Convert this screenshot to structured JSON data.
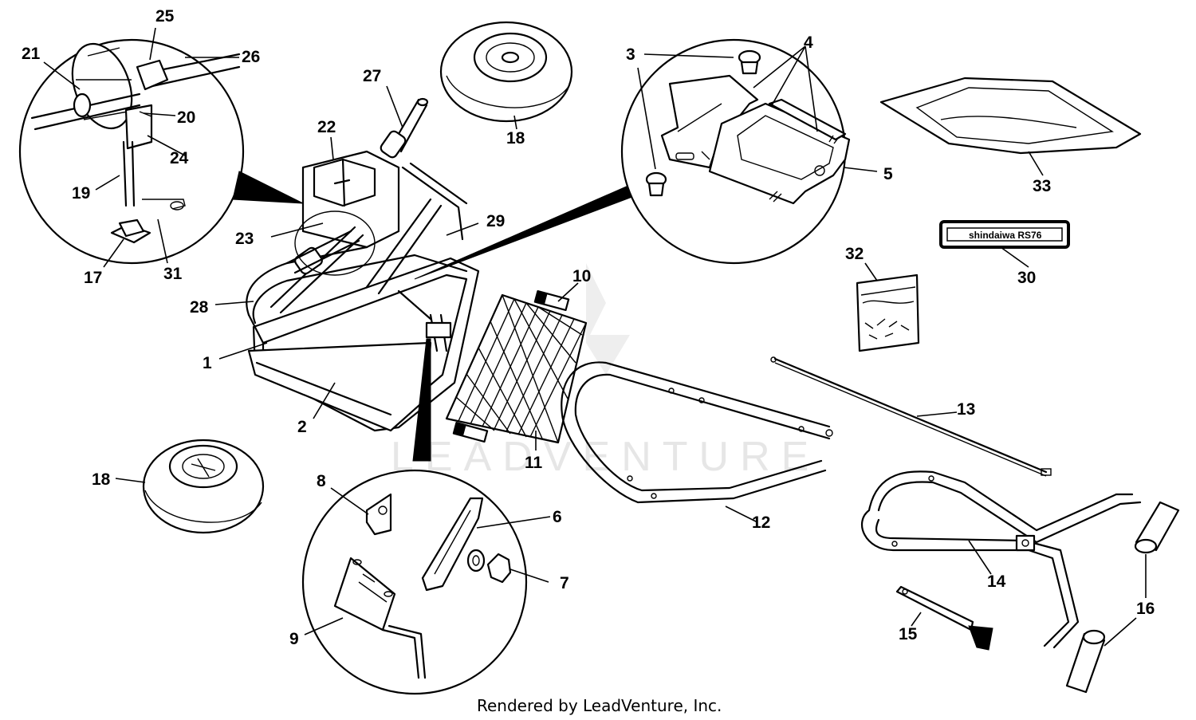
{
  "diagram": {
    "callouts": [
      "1",
      "2",
      "3",
      "3",
      "4",
      "5",
      "6",
      "7",
      "8",
      "9",
      "10",
      "11",
      "12",
      "13",
      "14",
      "15",
      "16",
      "16",
      "17",
      "18",
      "18",
      "19",
      "20",
      "21",
      "22",
      "23",
      "24",
      "25",
      "26",
      "27",
      "28",
      "29",
      "30",
      "31",
      "32",
      "33"
    ],
    "watermark": "LEADVENTURE",
    "decal_text": "shindaiwa RS76",
    "footer": "Rendered by LeadVenture, Inc."
  }
}
